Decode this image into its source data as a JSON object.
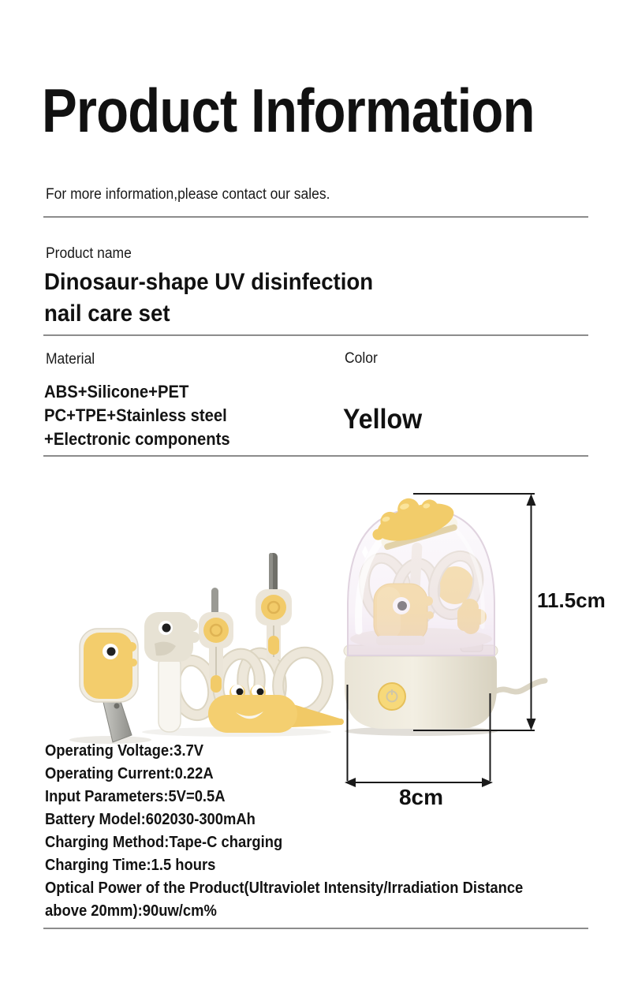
{
  "header": {
    "title": "Product Information",
    "contact_note": "For more information,please contact our sales."
  },
  "product": {
    "name_label": "Product name",
    "name_line1": "Dinosaur-shape UV disinfection",
    "name_line2": "nail care set",
    "material_label": "Material",
    "material_line1": "ABS+Silicone+PET",
    "material_line2": "PC+TPE+Stainless steel",
    "material_line3": "+Electronic components",
    "color_label": "Color",
    "color_value": "Yellow"
  },
  "dimensions": {
    "height_label": "11.5cm",
    "width_label": "8cm"
  },
  "specs": {
    "lines": [
      "Operating Voltage:3.7V",
      "Operating Current:0.22A",
      "Input Parameters:5V=0.5A",
      "Battery Model:602030-300mAh",
      "Charging Method:Tape-C charging",
      "Charging Time:1.5 hours",
      "Optical Power of the Product(Ultraviolet Intensity/Irradiation Distance",
      "above 20mm):90uw/cm%"
    ]
  },
  "photo": {
    "product_colors": {
      "accent_yellow": "#F3CD6C",
      "cream": "#EAE4D6",
      "metal_gray": "#77776F",
      "glass_tint": "#EFE2EF"
    },
    "dimension_line_color": "#1A1A1A"
  }
}
